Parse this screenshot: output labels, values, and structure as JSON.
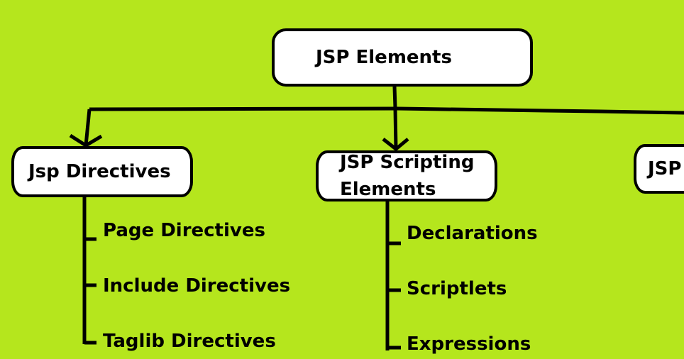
{
  "diagram": {
    "root": {
      "label": "JSP Elements"
    },
    "branches": [
      {
        "label": "Jsp Directives",
        "children": [
          "Page Directives",
          "Include Directives",
          "Taglib Directives"
        ]
      },
      {
        "label": "JSP Scripting Elements",
        "label_lines": [
          "JSP Scripting",
          "Elements"
        ],
        "children": [
          "Declarations",
          "Scriptlets",
          "Expressions"
        ]
      },
      {
        "label": "JSP A",
        "children": []
      }
    ]
  },
  "colors": {
    "background": "#b5e61d",
    "node_fill": "#ffffff",
    "stroke": "#000000",
    "text": "#000000"
  }
}
